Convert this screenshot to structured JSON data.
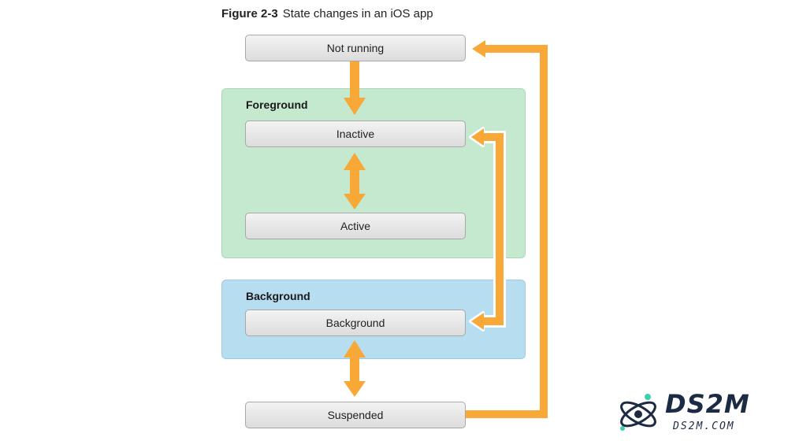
{
  "figure": {
    "number": "Figure 2-3",
    "title": "State changes in an iOS app"
  },
  "regions": {
    "foreground": {
      "label": "Foreground",
      "color": "#c4e9cf"
    },
    "background": {
      "label": "Background",
      "color": "#b6def0"
    }
  },
  "states": {
    "not_running": "Not running",
    "inactive": "Inactive",
    "active": "Active",
    "background": "Background",
    "suspended": "Suspended"
  },
  "colors": {
    "arrow": "#f7a836",
    "state_border": "#a8a8a8"
  },
  "watermark": {
    "brand": "DS2M",
    "domain": "DS2M.COM"
  }
}
